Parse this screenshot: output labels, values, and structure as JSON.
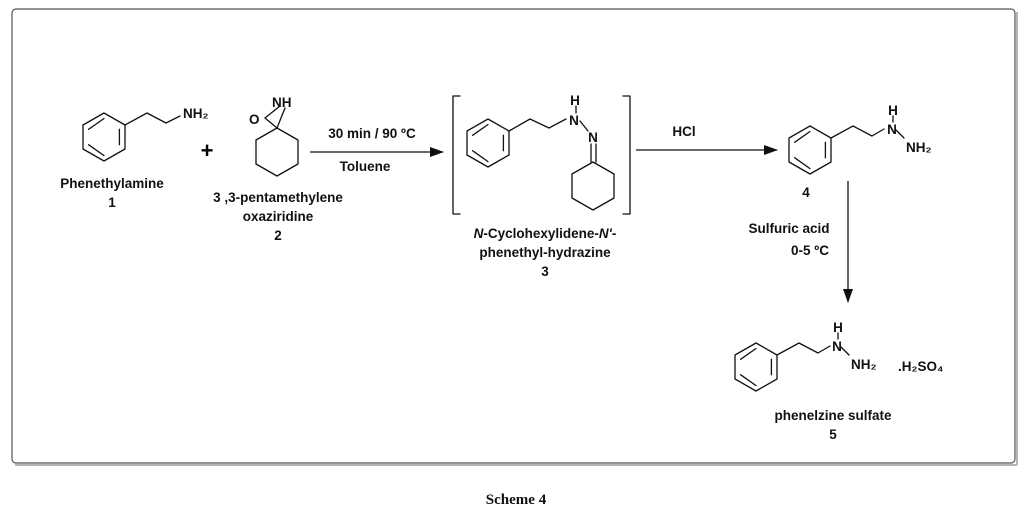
{
  "compounds": {
    "phenethylamine": {
      "nh2": "NH₂",
      "name": "Phenethylamine",
      "number": "1"
    },
    "oxaziridine": {
      "o": "O",
      "nh": "NH",
      "name_line1": "3 ,3-pentamethylene",
      "name_line2": "oxaziridine",
      "number": "2"
    },
    "hydrazone": {
      "h": "H",
      "n1": "N",
      "n2": "N",
      "name_line1_part1": "N",
      "name_line1_part2": "-Cyclohexylidene-",
      "name_line1_part3": "N'",
      "name_line1_part4": "-",
      "name_line2": "phenethyl-hydrazine",
      "number": "3"
    },
    "phenelzine": {
      "h": "H",
      "n": "N",
      "nh2": "NH₂",
      "number": "4"
    },
    "phenelzine_sulfate": {
      "h": "H",
      "n": "N",
      "nh2": "NH₂",
      "salt": ".H₂SO₄",
      "name": "phenelzine sulfate",
      "number": "5"
    }
  },
  "reaction": {
    "plus": "+",
    "step1_top": "30 min / 90 ºC",
    "step1_bottom": "Toluene",
    "step2": "HCl",
    "step3_line1": "Sulfuric acid",
    "step3_line2": "0-5 ºC"
  },
  "caption": "Scheme 4"
}
